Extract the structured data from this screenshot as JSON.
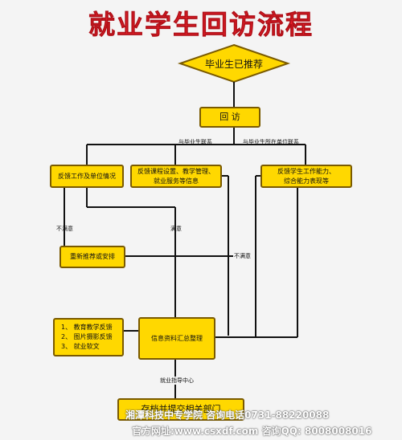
{
  "title": "就业学生回访流程",
  "nodes": {
    "start": "毕业生已推荐",
    "visit": "回 访",
    "feedback_work": "反馈工作及单位情况",
    "feedback_course_1": "反馈课程设置、教学管理、",
    "feedback_course_2": "就业服务等信息",
    "feedback_ability_1": "反馈学生工作能力、",
    "feedback_ability_2": "综合能力表现等",
    "recommend": "重新推荐或安排",
    "info_list": [
      "1、  教育教学反馈",
      "2、  图片摄影反馈",
      "3、  就业软文"
    ],
    "summary": "信息资料汇总整理",
    "archive": "存档并提交相关部门"
  },
  "labels": {
    "contact_grad": "与毕业生联系",
    "contact_unit": "与毕业生所在单位联系",
    "unsatisfied_1": "不满意",
    "satisfied": "满意",
    "unsatisfied_2": "不满意",
    "center": "就业指导中心"
  },
  "watermark": {
    "line1": "湘潭科技中专学院  咨询电话0731-88220088",
    "line2": "官方网址:www.csxdf.com    咨询QQ: 8008008016"
  },
  "colors": {
    "box_fill": "#ffd800",
    "box_border": "#7a5a00",
    "title": "#e8202a",
    "line": "#111111"
  }
}
